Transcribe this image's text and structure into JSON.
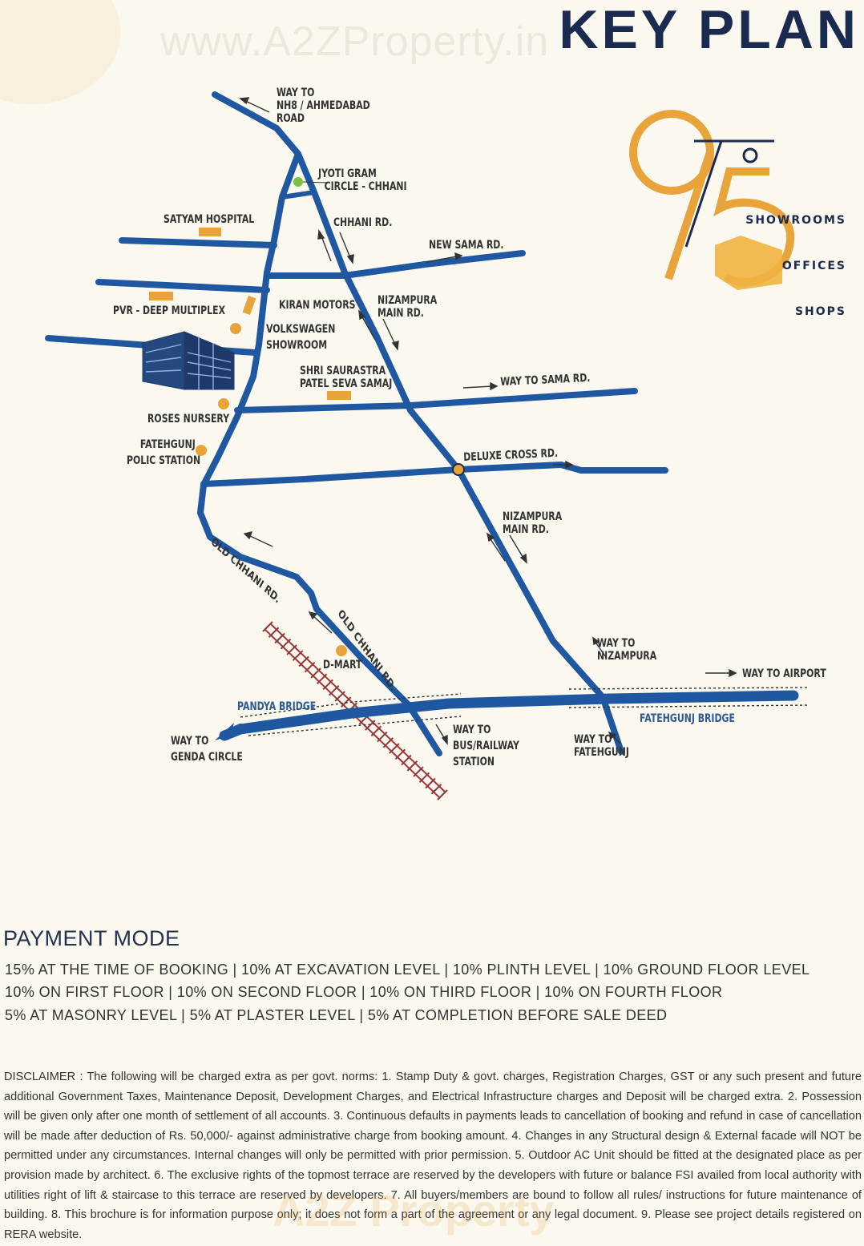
{
  "watermark": "www.A2ZProperty.in",
  "title": "KEY PLAN",
  "brand": {
    "logo_text": "975",
    "tagline_lines": [
      "SHOWROOMS",
      "OFFICES",
      "SHOPS"
    ]
  },
  "map_labels": {
    "way_nh8": "WAY TO\nNH8 / AHMEDABAD\nROAD",
    "jyoti_gram": "JYOTI GRAM\n  CIRCLE - CHHANI",
    "satyam_hospital": "SATYAM HOSPITAL",
    "chhani_rd": "CHHANI RD.",
    "new_sama_rd": "NEW SAMA RD.",
    "pvr": "PVR - DEEP MULTIPLEX",
    "kiran_motors": "KIRAN MOTORS",
    "nizampura_main_1": "NIZAMPURA\nMAIN RD.",
    "volkswagen": "VOLKSWAGEN\nSHOWROOM",
    "shri_saurastra": "SHRI SAURASTRA\nPATEL SEVA SAMAJ",
    "way_sama": "WAY TO SAMA RD.",
    "roses_nursery": "ROSES NURSERY",
    "fatehgunj_police": "FATEHGUNJ\nPOLIC STATION",
    "deluxe_cross": "DELUXE CROSS RD.",
    "nizampura_main_2": "NIZAMPURA\nMAIN RD.",
    "old_chhani_1": "OLD CHHANI RD.",
    "old_chhani_2": "OLD CHHANI RD.",
    "d_mart": "D-MART",
    "way_nizampura": "WAY TO\nNIZAMPURA",
    "way_airport": "WAY TO AIRPORT",
    "pandya_bridge": "PANDYA BRIDGE",
    "fatehgunj_bridge": "FATEHGUNJ BRIDGE",
    "way_genda": "WAY TO\nGENDA CIRCLE",
    "way_bus": "WAY TO\nBUS/RAILWAY\nSTATION",
    "way_fatehgunj": "WAY TO\nFATEHGUNJ"
  },
  "colors": {
    "road": "#1f58a0",
    "accent": "#e8a43a",
    "navy": "#1b2a4f",
    "green_dot": "#7cc142"
  },
  "payment": {
    "title": "PAYMENT MODE",
    "lines": [
      "15% AT THE TIME OF BOOKING | 10% AT EXCAVATION LEVEL | 10% PLINTH LEVEL | 10% GROUND FLOOR LEVEL",
      "10% ON FIRST FLOOR | 10% ON SECOND FLOOR | 10% ON THIRD FLOOR | 10% ON FOURTH FLOOR",
      "5% AT MASONRY LEVEL | 5% AT PLASTER LEVEL | 5% AT COMPLETION BEFORE SALE DEED"
    ]
  },
  "disclaimer": "DISCLAIMER : The following will be charged extra as per govt. norms: 1. Stamp Duty & govt. charges, Registration Charges, GST or any such present and future additional Government Taxes, Maintenance Deposit, Development Charges, and Electrical Infrastructure charges and Deposit will be charged extra. 2. Possession will be given only after one month of settlement of all accounts. 3. Continuous defaults in payments leads to cancellation of booking and refund in case of cancellation will be made after deduction of Rs. 50,000/- against administrative charge from booking amount. 4. Changes in any Structural design & External facade will NOT be permitted under any circumstances. Internal changes will only be permitted with prior permission. 5. Outdoor AC Unit should be fitted at the designated place as per provision made by architect. 6. The exclusive rights of the topmost terrace are reserved by the developers with future or balance FSI availed from local authority with utilities right of lift & staircase to this terrace are reserved by developers. 7. All buyers/members are bound to follow all rules/ instructions for future maintenance of building. 8. This brochure is for information purpose only; it does not form a part of the agreement or any legal document. 9. Please see project details registered on RERA website.",
  "footer_watermark": "A2Z Property"
}
